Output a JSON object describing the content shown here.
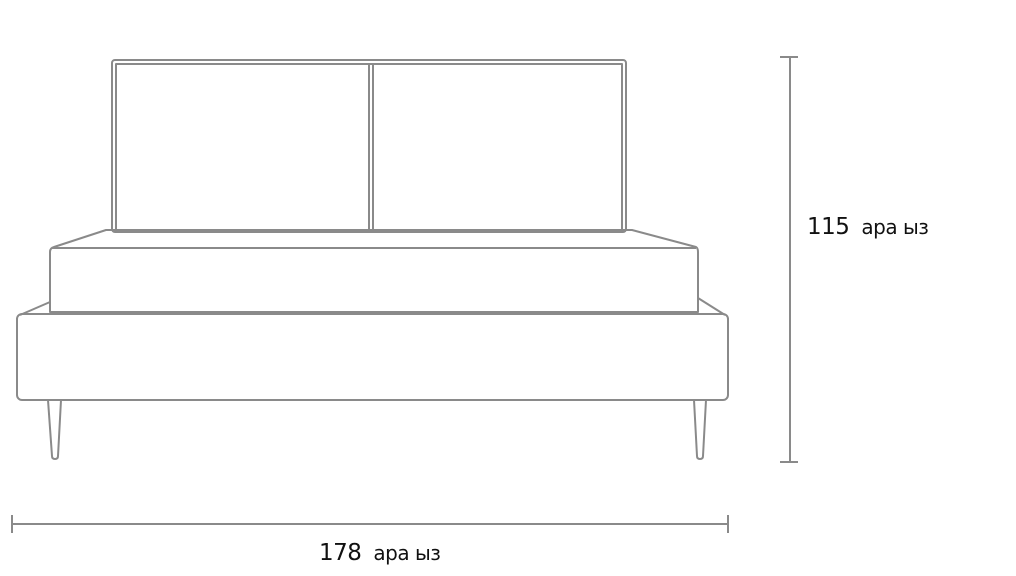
{
  "colors": {
    "outline": "#8a8a8a",
    "text": "#111111"
  },
  "dimensions": {
    "height": {
      "value": "115",
      "unit": "ара ыз"
    },
    "width": {
      "value": "178",
      "unit": "ара ыз"
    }
  }
}
